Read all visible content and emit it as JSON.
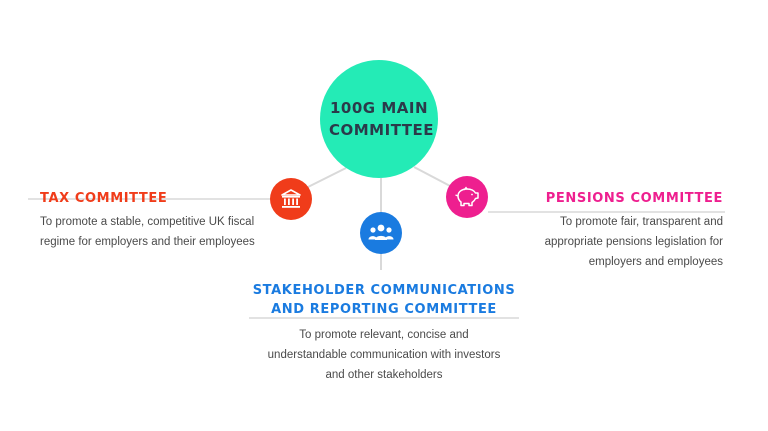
{
  "main": {
    "label_line1": "100G MAIN",
    "label_line2": "COMMITTEE",
    "color": "#24ebb6"
  },
  "tax": {
    "title": "TAX COMMITTEE",
    "description": "To promote a stable, competitive UK fiscal regime for employers and their employees",
    "color": "#f03c1a",
    "icon": "bank-building-icon"
  },
  "pensions": {
    "title": "PENSIONS COMMITTEE",
    "description": "To promote fair, transparent and appropriate pensions legislation for employers and employees",
    "color": "#ee1f8f",
    "icon": "piggy-bank-icon"
  },
  "stakeholder": {
    "title_line1": "STAKEHOLDER COMMUNICATIONS",
    "title_line2": "AND REPORTING COMMITTEE",
    "description": "To promote relevant, concise and understandable communication with investors and other stakeholders",
    "color": "#1a7be0",
    "icon": "people-group-icon"
  },
  "colors": {
    "connector": "#d9d9d9",
    "text": "#4a4a4a",
    "main_label": "#2b3a4a"
  }
}
